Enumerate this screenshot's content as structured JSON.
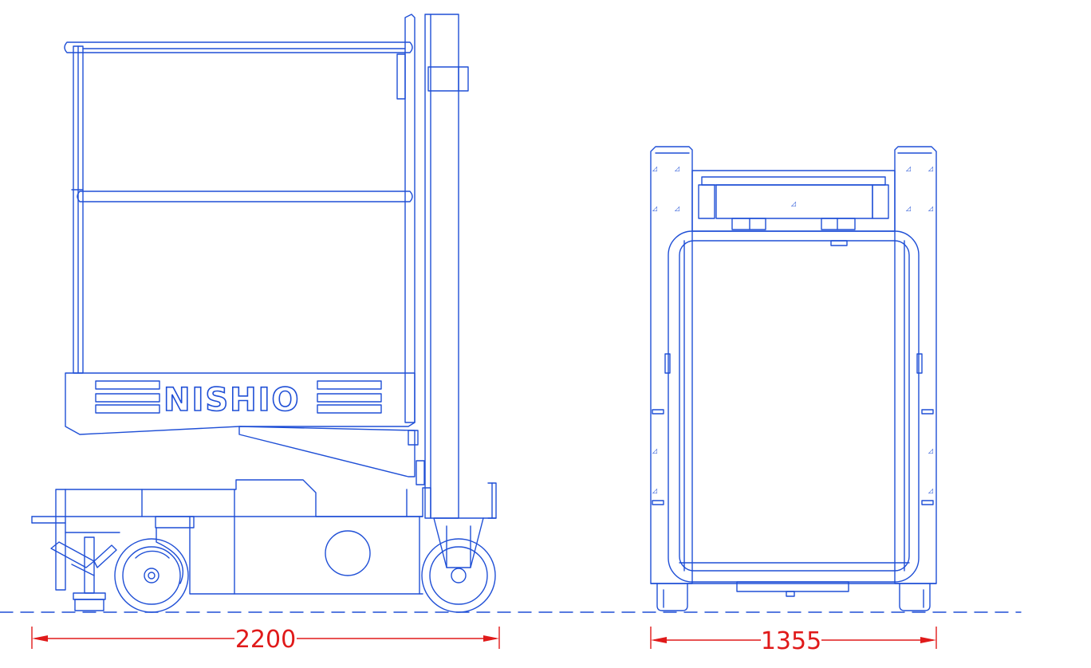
{
  "brand_text": "NISHIO",
  "dimensions": {
    "length": "2200",
    "width": "1355"
  },
  "colors": {
    "line": "#1f4fd6",
    "dimension": "#e01a1a",
    "background": "#ffffff"
  }
}
